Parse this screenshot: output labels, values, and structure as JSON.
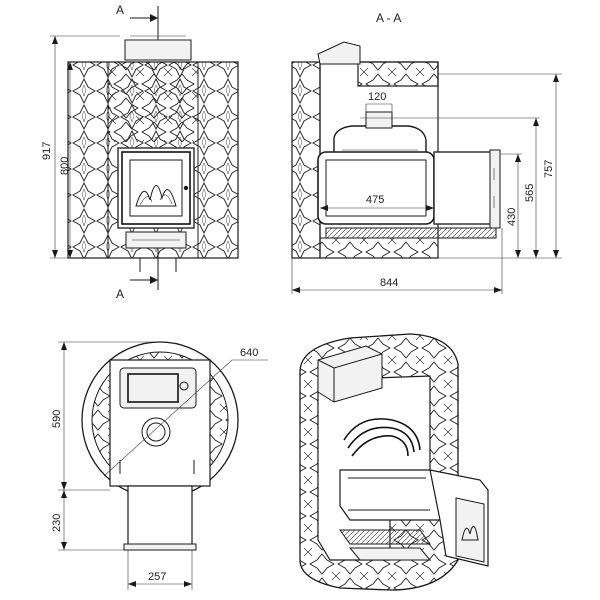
{
  "section_marks": {
    "top": "A",
    "bottom": "A",
    "title": "A - A"
  },
  "dimensions": {
    "height_917": "917",
    "height_800": "800",
    "width_120": "120",
    "width_475": "475",
    "height_757": "757",
    "height_565": "565",
    "height_430": "430",
    "width_844": "844",
    "diameter_640": "640",
    "depth_590": "590",
    "depth_230": "230",
    "width_257": "257"
  }
}
